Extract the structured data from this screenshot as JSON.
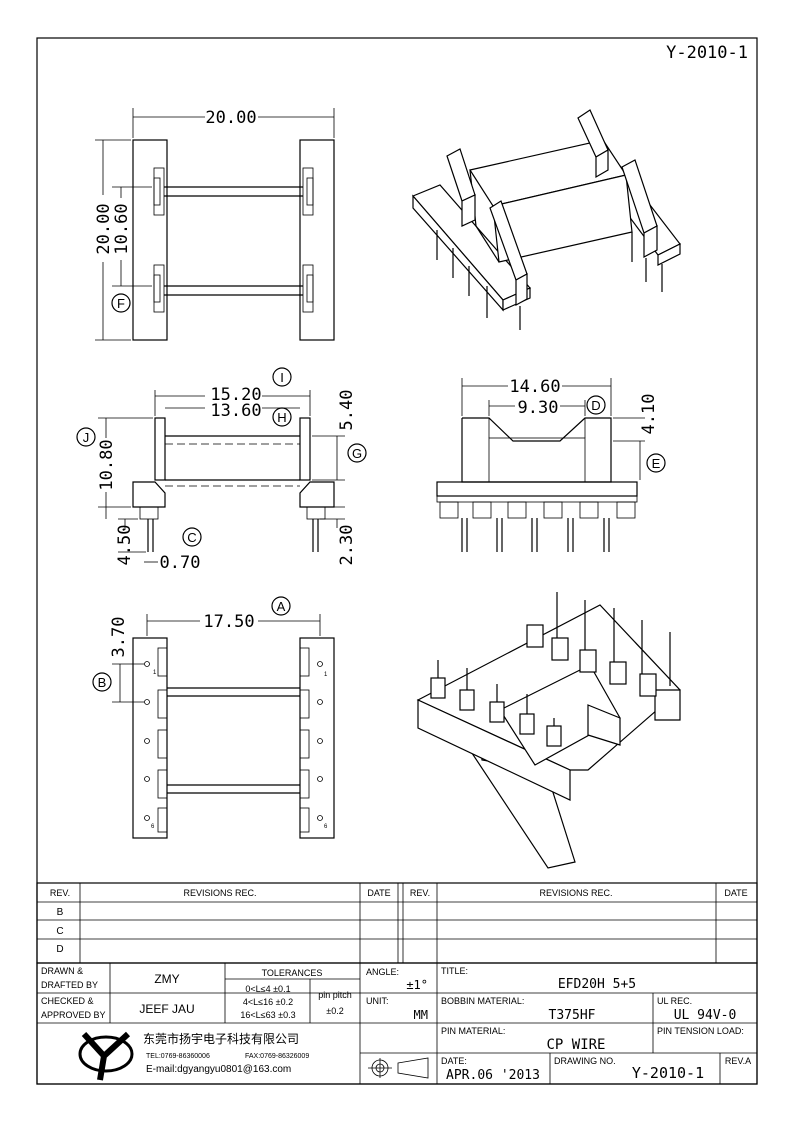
{
  "drawing_id": "Y-2010-1",
  "views": {
    "top": {
      "dims": {
        "width": "20.00",
        "height": "20.00",
        "pitch": "10.60"
      },
      "callouts": [
        "F"
      ]
    },
    "front": {
      "dims": {
        "width": "15.20",
        "inner": "13.60",
        "height": "10.80",
        "flange": "5.40",
        "pin_len": "4.50",
        "pin_dia": "0.70",
        "standoff": "2.30"
      },
      "callouts": [
        "I",
        "H",
        "J",
        "G",
        "C"
      ]
    },
    "side": {
      "dims": {
        "width": "14.60",
        "slot": "9.30",
        "slot_depth": "4.10"
      },
      "callouts": [
        "D",
        "E"
      ]
    },
    "bottom": {
      "dims": {
        "pin_row": "17.50",
        "pin_pitch": "3.70"
      },
      "callouts": [
        "A",
        "B"
      ],
      "pin_marks_left": [
        "1",
        "6"
      ],
      "pin_marks_right": [
        "1",
        "6"
      ]
    }
  },
  "revisions": {
    "headers": {
      "rev": "REV.",
      "rec": "REVISIONS   REC.",
      "date": "DATE"
    },
    "rows": [
      "B",
      "C",
      "D"
    ]
  },
  "title_block": {
    "drawn_label": "DRAWN &\nDRAFTED BY",
    "drawn_by": "ZMY",
    "checked_label": "CHECKED &\nAPPROVED BY",
    "approved_by": "JEEF JAU",
    "tolerances_label": "TOLERANCES",
    "tol_rows": [
      "0<L≤4   ±0.1",
      "4<L≤16  ±0.2",
      "16<L≤63 ±0.3"
    ],
    "pin_pitch_label": "pin pitch",
    "pin_pitch_tol": "±0.2",
    "angle_label": "ANGLE:",
    "angle_value": "±1°",
    "unit_label": "UNIT:",
    "unit_value": "MM",
    "title_label": "TITLE:",
    "title_value": "EFD20H 5+5",
    "bobbin_material_label": "BOBBIN MATERIAL:",
    "bobbin_material": "T375HF",
    "ul_rec_label": "UL REC.",
    "ul_rec": "UL 94V-0",
    "pin_material_label": "PIN MATERIAL:",
    "pin_material": "CP WIRE",
    "pin_tension_label": "PIN TENSION LOAD:",
    "date_label": "DATE:",
    "date_value": "APR.06 '2013",
    "drawing_no_label": "DRAWING NO.",
    "drawing_no": "Y-2010-1",
    "rev_label": "REV.A",
    "company_name": "东莞市扬宇电子科技有限公司",
    "company_tel": "TEL:0769-86360006",
    "company_fax": "FAX:0769-86326009",
    "company_email": "E-mail:dgyangyu0801@163.com",
    "logo_text": "YY"
  }
}
